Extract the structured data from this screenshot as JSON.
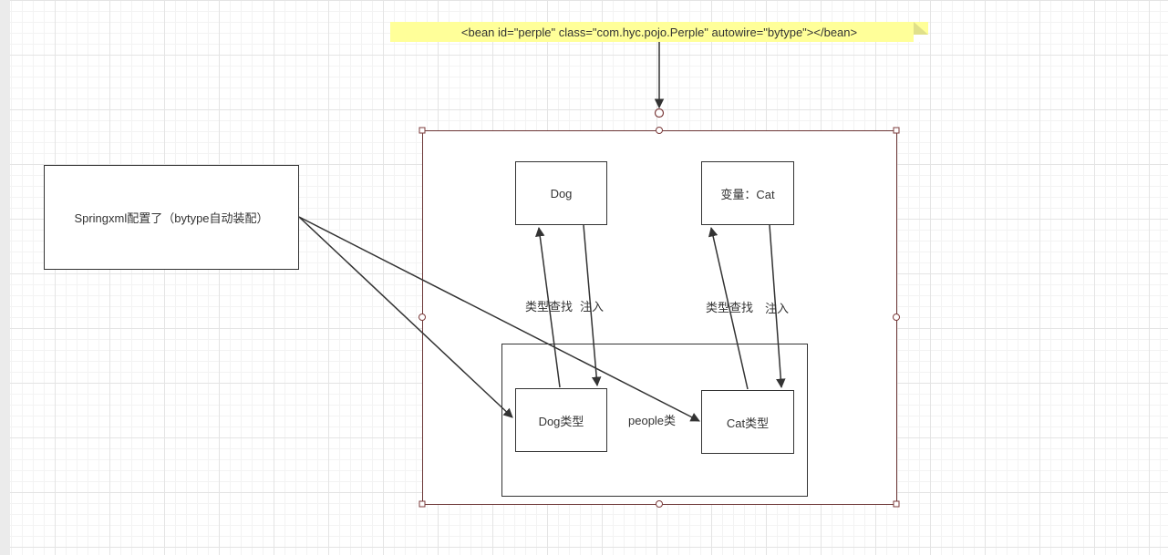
{
  "note": {
    "text": "<bean id=\"perple\" class=\"com.hyc.pojo.Perple\" autowire=\"bytype\"></bean>"
  },
  "config_box": {
    "label": "Springxml配置了（bytype自动装配）"
  },
  "dog_bean": {
    "label": "Dog"
  },
  "cat_bean": {
    "label": "变量：Cat"
  },
  "people_class": {
    "label": "people类",
    "dog_field": "Dog类型",
    "cat_field": "Cat类型"
  },
  "edge_labels": {
    "dog_lookup": "类型查找",
    "dog_inject": "注入",
    "cat_lookup": "类型查找",
    "cat_inject": "注入"
  },
  "colors": {
    "selection": "#7b3b3b",
    "stroke": "#333333",
    "note_bg": "#ffff99"
  }
}
